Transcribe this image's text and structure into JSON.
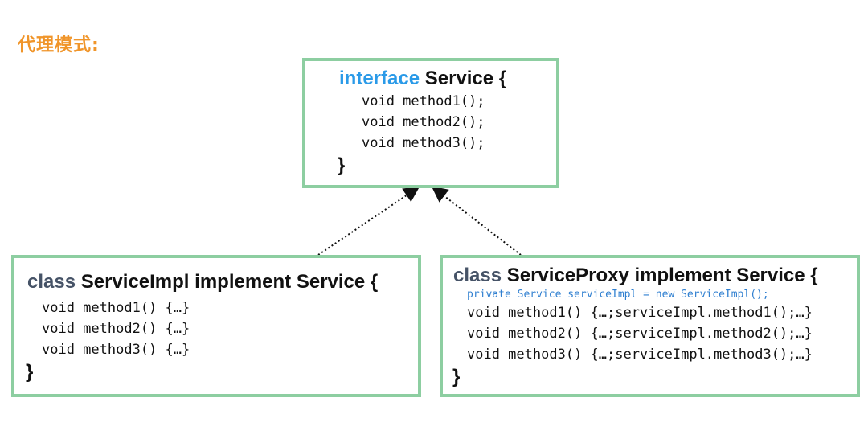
{
  "title": "代理模式:",
  "interface_box": {
    "keyword": "interface",
    "name": "Service {",
    "methods": [
      "void method1();",
      "void method2();",
      "void method3();"
    ],
    "close": "}"
  },
  "impl_box": {
    "keyword": "class",
    "name": "ServiceImpl implement Service {",
    "methods": [
      "void method1() {…}",
      "void method2() {…}",
      "void method3() {…}"
    ],
    "close": "}"
  },
  "proxy_box": {
    "keyword": "class",
    "name": "ServiceProxy implement Service {",
    "field": "private Service serviceImpl = new ServiceImpl();",
    "methods": [
      "void method1() {…;serviceImpl.method1();…}",
      "void method2() {…;serviceImpl.method2();…}",
      "void method3() {…;serviceImpl.method3();…}"
    ],
    "close": "}"
  },
  "colors": {
    "title": "#f0952a",
    "border": "#8dcea1",
    "interface_keyword": "#2a9ae8",
    "class_keyword": "#465367",
    "field_text": "#2f7fd0"
  }
}
